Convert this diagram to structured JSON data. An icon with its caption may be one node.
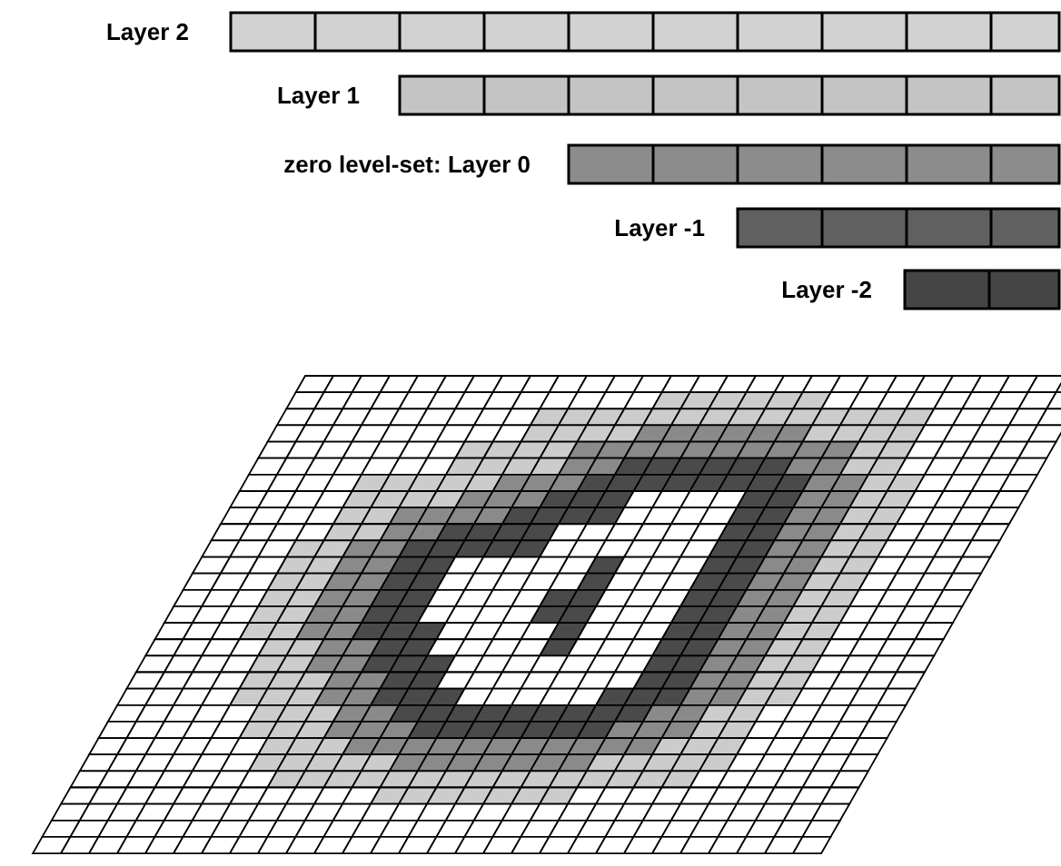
{
  "diagram": {
    "labels": [
      "Layer 2",
      "Layer 1",
      "zero level-set: Layer 0",
      "Layer -1",
      "Layer -2"
    ]
  }
}
